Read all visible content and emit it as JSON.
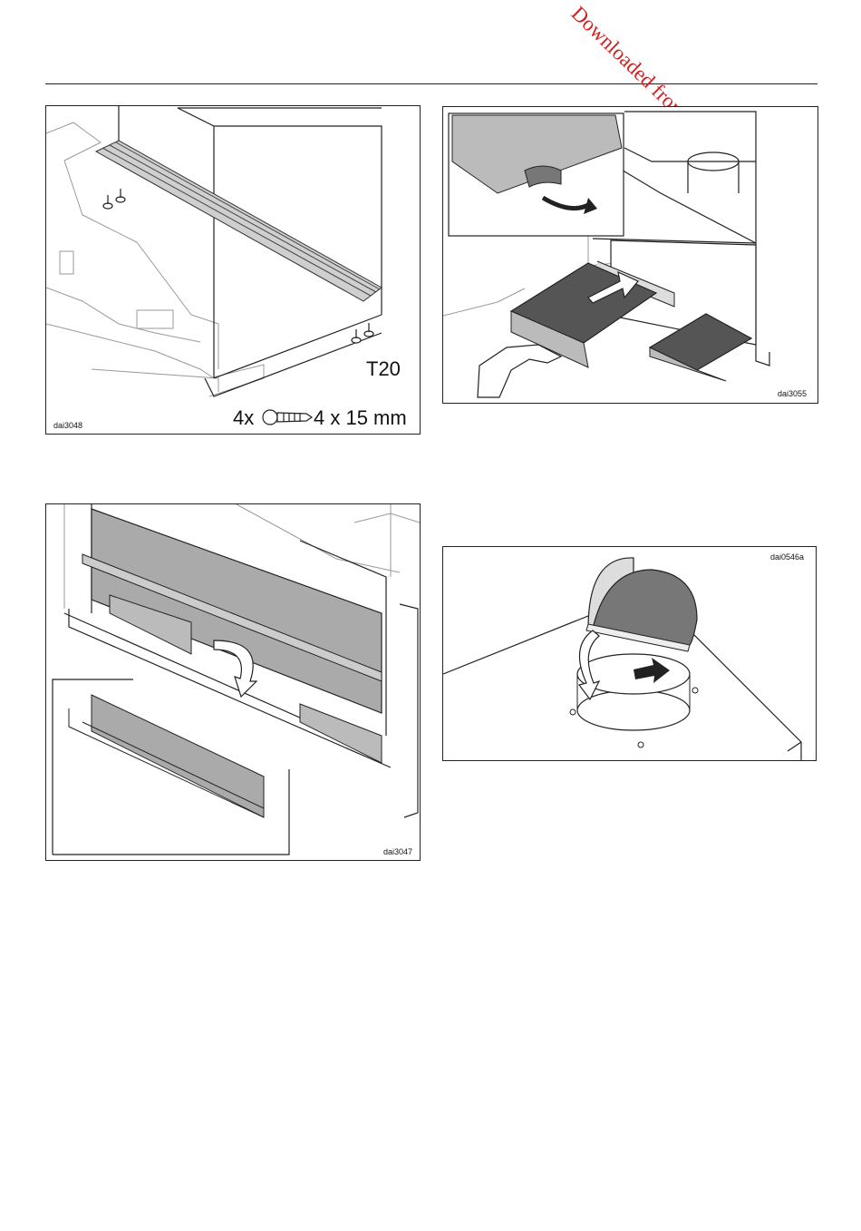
{
  "watermark": {
    "text": "Downloaded from www.vandenborre.be",
    "color": "#d42020"
  },
  "figures": [
    {
      "id": "fig1",
      "code": "dai3048",
      "tool_label": "T20",
      "qty": "4x",
      "screw_size": "4 x 15 mm"
    },
    {
      "id": "fig2",
      "code": "dai3055"
    },
    {
      "id": "fig3",
      "code": "dai3047"
    },
    {
      "id": "fig4",
      "code": "dai0546a"
    }
  ]
}
